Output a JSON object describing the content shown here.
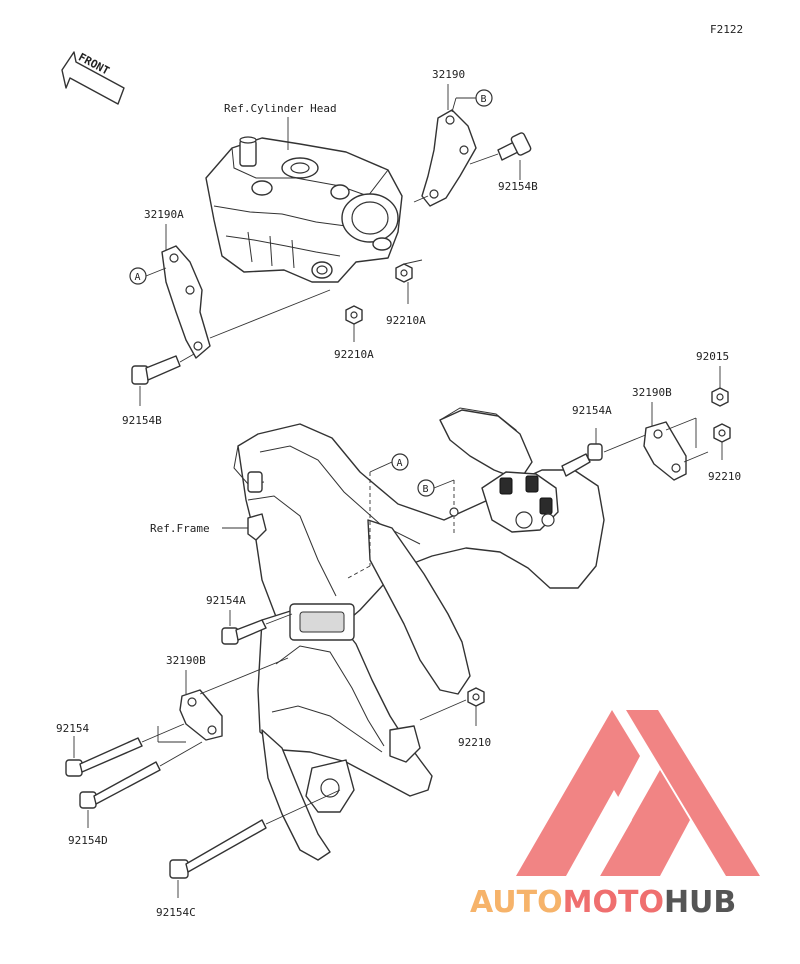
{
  "figure_code": "F2122",
  "front_label": "FRONT",
  "ref_labels": {
    "cylinder_head": "Ref.Cylinder Head",
    "frame": "Ref.Frame"
  },
  "callouts": {
    "a": "A",
    "b": "B"
  },
  "part_numbers": {
    "bracket_upper_right": "32190",
    "bracket_upper_left": "32190A",
    "bracket_right": "32190B",
    "bracket_lower_left": "32190B",
    "bolt_upper_right": "92154B",
    "bolt_upper_left": "92154B",
    "bolt_right": "92154A",
    "bolt_mid_left": "92154A",
    "bolt_long_1": "92154",
    "bolt_long_2": "92154D",
    "bolt_long_3": "92154C",
    "nut_upper_1": "92210A",
    "nut_upper_2": "92210A",
    "nut_right": "92210",
    "nut_lower": "92210",
    "washer_right": "92015"
  },
  "watermark": {
    "part1": "AUTO",
    "part2": "MOTO",
    "part3": "HUB",
    "color_orange": "#f6b36a",
    "color_red": "#ef6f6f",
    "color_gray": "#555555"
  }
}
